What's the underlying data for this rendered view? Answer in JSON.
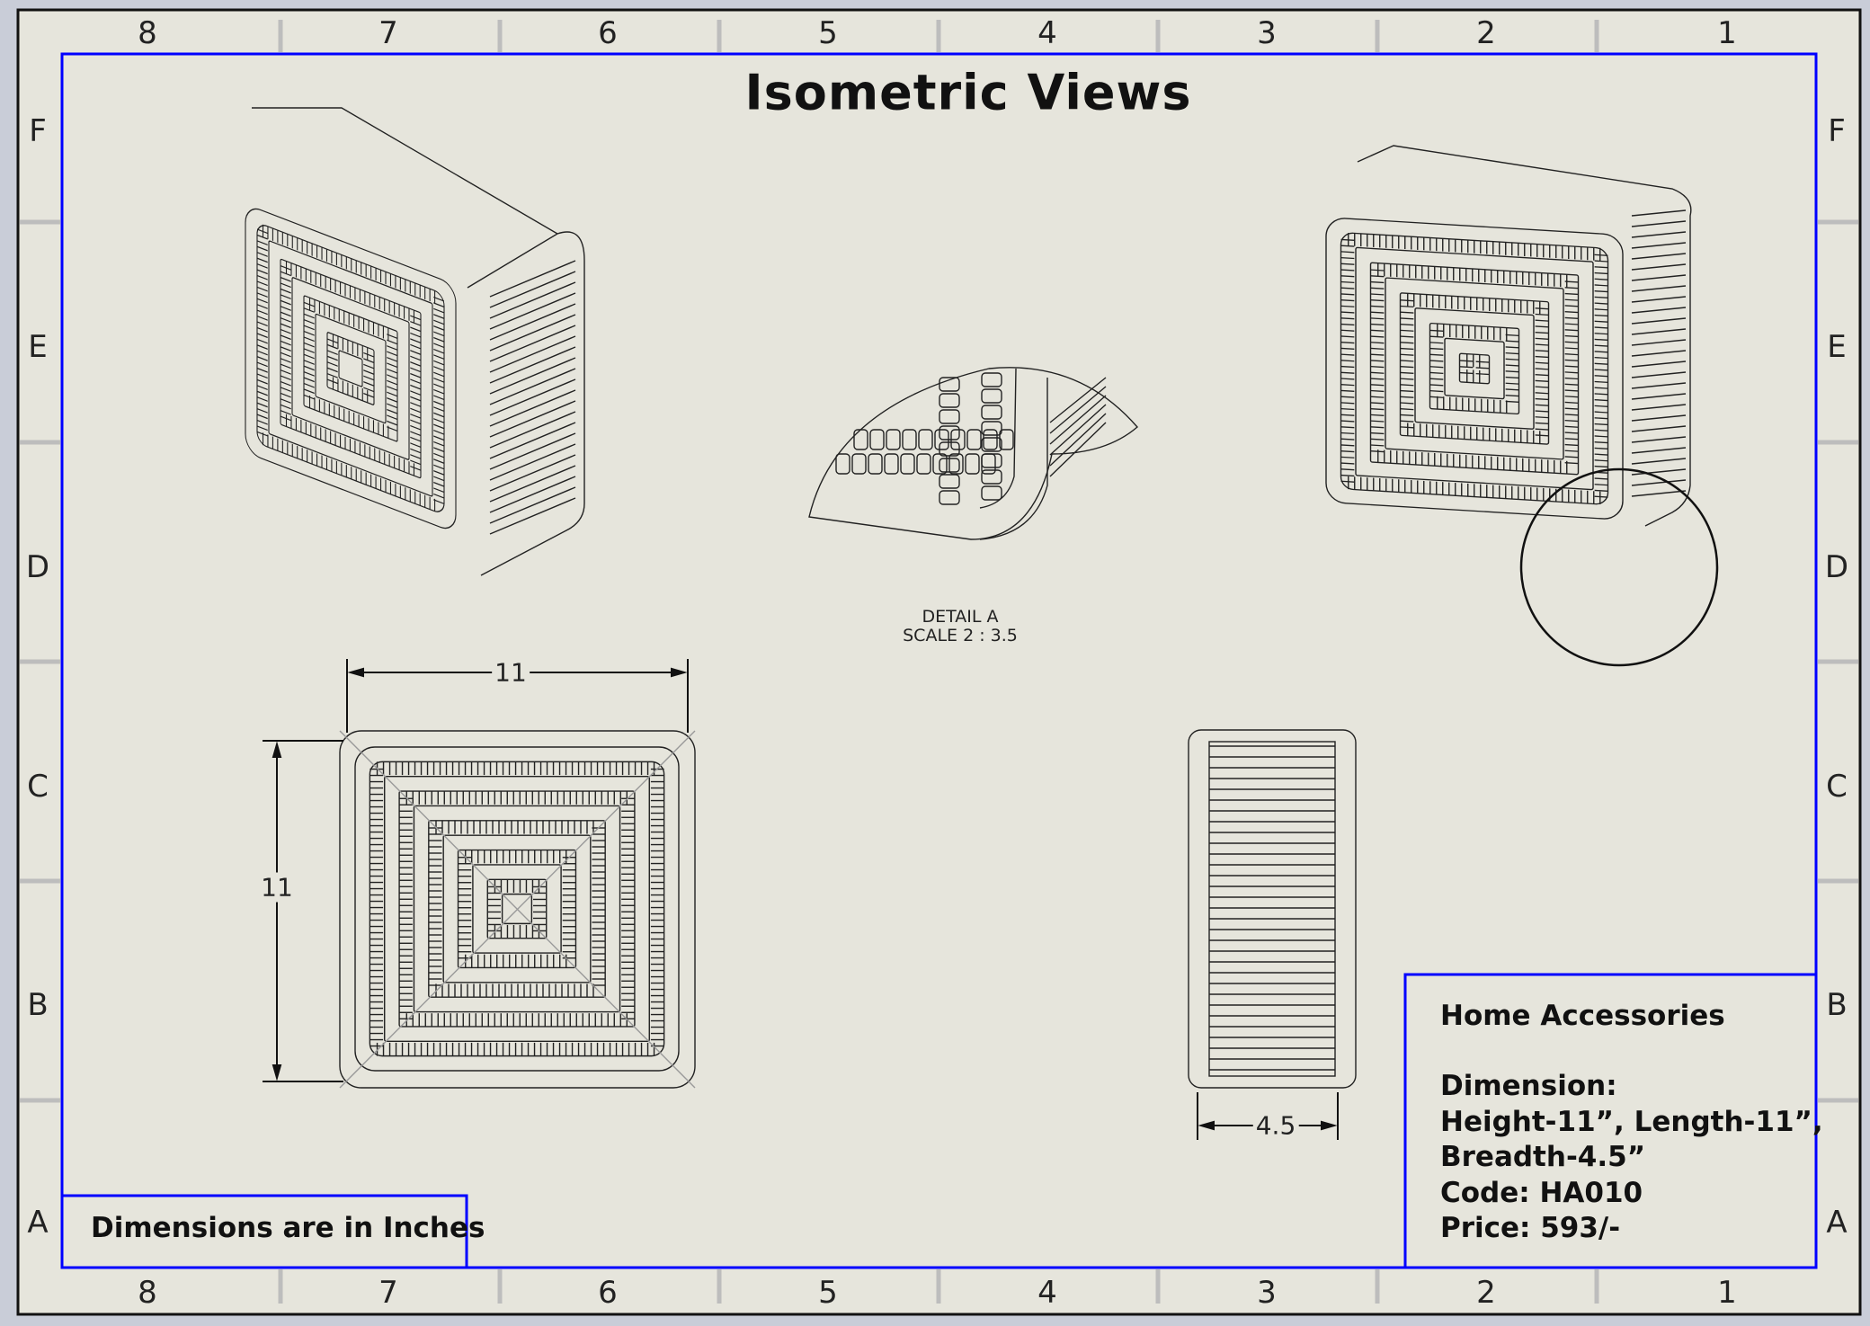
{
  "sheet": {
    "title": "Isometric Views",
    "columns": [
      "8",
      "7",
      "6",
      "5",
      "4",
      "3",
      "2",
      "1"
    ],
    "rows": [
      "F",
      "E",
      "D",
      "C",
      "B",
      "A"
    ],
    "border_color": "#0000ff",
    "paper_color": "#e6e5dc"
  },
  "detail": {
    "label": "DETAIL A",
    "scale": "SCALE 2 : 3.5"
  },
  "dimensions": {
    "front_width": "11",
    "front_height": "11",
    "side_width": "4.5"
  },
  "note": "Dimensions are in Inches",
  "title_block": {
    "product": "Home Accessories",
    "dimension_label": "Dimension:",
    "dimension_line1": "Height-11”, Length-11”,",
    "dimension_line2": "Breadth-4.5”",
    "code": "Code: HA010",
    "price": "Price: 593/-"
  }
}
